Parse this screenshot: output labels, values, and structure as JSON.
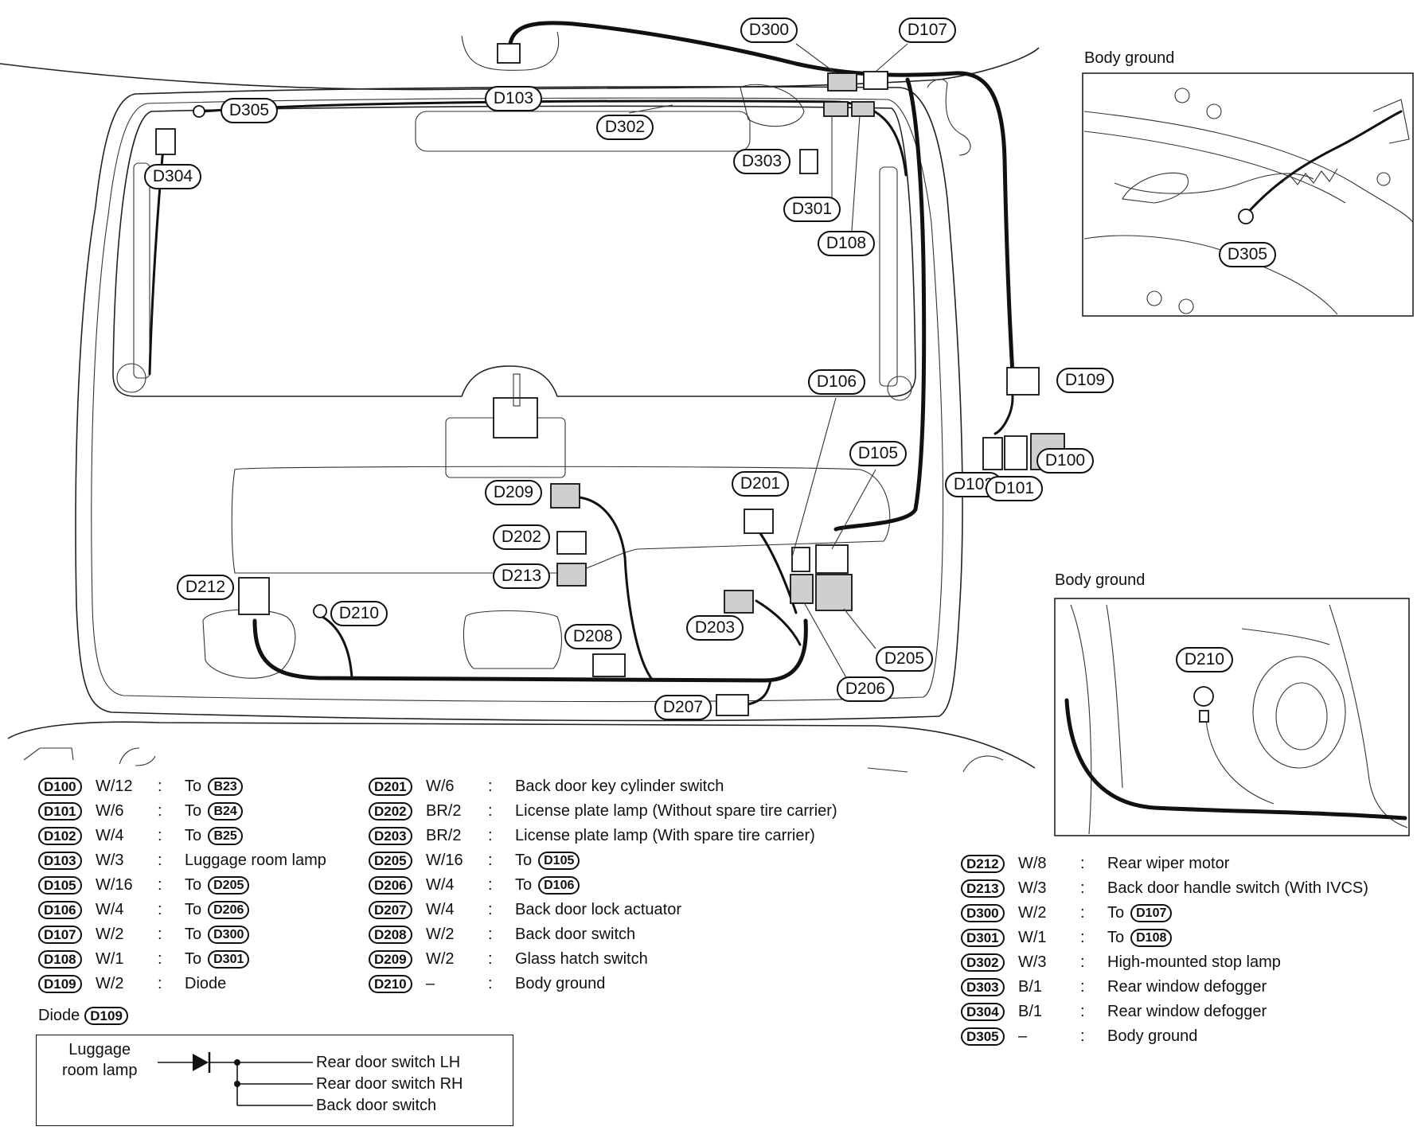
{
  "callouts": {
    "D100": "D100",
    "D101": "D101",
    "D102": "D102",
    "D103": "D103",
    "D105": "D105",
    "D106": "D106",
    "D107": "D107",
    "D108": "D108",
    "D109": "D109",
    "D201": "D201",
    "D202": "D202",
    "D203": "D203",
    "D205": "D205",
    "D206": "D206",
    "D207": "D207",
    "D208": "D208",
    "D209": "D209",
    "D210": "D210",
    "D212": "D212",
    "D213": "D213",
    "D300": "D300",
    "D301": "D301",
    "D302": "D302",
    "D303": "D303",
    "D304": "D304",
    "D305": "D305",
    "inset1_D305": "D305",
    "inset2_D210": "D210"
  },
  "insets": {
    "top_title": "Body ground",
    "bottom_title": "Body ground"
  },
  "legend_col1": [
    {
      "code": "D100",
      "wire": "W/12",
      "sep": ":",
      "pre": "To",
      "ref": "B23",
      "desc": ""
    },
    {
      "code": "D101",
      "wire": "W/6",
      "sep": ":",
      "pre": "To",
      "ref": "B24",
      "desc": ""
    },
    {
      "code": "D102",
      "wire": "W/4",
      "sep": ":",
      "pre": "To",
      "ref": "B25",
      "desc": ""
    },
    {
      "code": "D103",
      "wire": "W/3",
      "sep": ":",
      "pre": "",
      "ref": "",
      "desc": "Luggage room lamp"
    },
    {
      "code": "D105",
      "wire": "W/16",
      "sep": ":",
      "pre": "To",
      "ref": "D205",
      "desc": ""
    },
    {
      "code": "D106",
      "wire": "W/4",
      "sep": ":",
      "pre": "To",
      "ref": "D206",
      "desc": ""
    },
    {
      "code": "D107",
      "wire": "W/2",
      "sep": ":",
      "pre": "To",
      "ref": "D300",
      "desc": ""
    },
    {
      "code": "D108",
      "wire": "W/1",
      "sep": ":",
      "pre": "To",
      "ref": "D301",
      "desc": ""
    },
    {
      "code": "D109",
      "wire": "W/2",
      "sep": ":",
      "pre": "",
      "ref": "",
      "desc": "Diode"
    }
  ],
  "legend_col2": [
    {
      "code": "D201",
      "wire": "W/6",
      "sep": ":",
      "pre": "",
      "ref": "",
      "desc": "Back door key cylinder switch"
    },
    {
      "code": "D202",
      "wire": "BR/2",
      "sep": ":",
      "pre": "",
      "ref": "",
      "desc": "License plate lamp (Without spare tire carrier)"
    },
    {
      "code": "D203",
      "wire": "BR/2",
      "sep": ":",
      "pre": "",
      "ref": "",
      "desc": "License plate lamp (With spare tire carrier)"
    },
    {
      "code": "D205",
      "wire": "W/16",
      "sep": ":",
      "pre": "To",
      "ref": "D105",
      "desc": ""
    },
    {
      "code": "D206",
      "wire": "W/4",
      "sep": ":",
      "pre": "To",
      "ref": "D106",
      "desc": ""
    },
    {
      "code": "D207",
      "wire": "W/4",
      "sep": ":",
      "pre": "",
      "ref": "",
      "desc": "Back door lock actuator"
    },
    {
      "code": "D208",
      "wire": "W/2",
      "sep": ":",
      "pre": "",
      "ref": "",
      "desc": "Back door switch"
    },
    {
      "code": "D209",
      "wire": "W/2",
      "sep": ":",
      "pre": "",
      "ref": "",
      "desc": "Glass hatch switch"
    },
    {
      "code": "D210",
      "wire": "–",
      "sep": ":",
      "pre": "",
      "ref": "",
      "desc": "Body ground"
    }
  ],
  "legend_col3": [
    {
      "code": "D212",
      "wire": "W/8",
      "sep": ":",
      "pre": "",
      "ref": "",
      "desc": "Rear wiper motor"
    },
    {
      "code": "D213",
      "wire": "W/3",
      "sep": ":",
      "pre": "",
      "ref": "",
      "desc": "Back door handle switch (With IVCS)"
    },
    {
      "code": "D300",
      "wire": "W/2",
      "sep": ":",
      "pre": "To",
      "ref": "D107",
      "desc": ""
    },
    {
      "code": "D301",
      "wire": "W/1",
      "sep": ":",
      "pre": "To",
      "ref": "D108",
      "desc": ""
    },
    {
      "code": "D302",
      "wire": "W/3",
      "sep": ":",
      "pre": "",
      "ref": "",
      "desc": "High-mounted stop lamp"
    },
    {
      "code": "D303",
      "wire": "B/1",
      "sep": ":",
      "pre": "",
      "ref": "",
      "desc": "Rear window defogger"
    },
    {
      "code": "D304",
      "wire": "B/1",
      "sep": ":",
      "pre": "",
      "ref": "",
      "desc": "Rear window defogger"
    },
    {
      "code": "D305",
      "wire": "–",
      "sep": ":",
      "pre": "",
      "ref": "",
      "desc": "Body ground"
    }
  ],
  "diode": {
    "title": "Diode",
    "ref": "D109",
    "input_line1": "Luggage",
    "input_line2": "room lamp",
    "out1": "Rear door switch LH",
    "out2": "Rear door switch RH",
    "out3": "Back door switch"
  }
}
